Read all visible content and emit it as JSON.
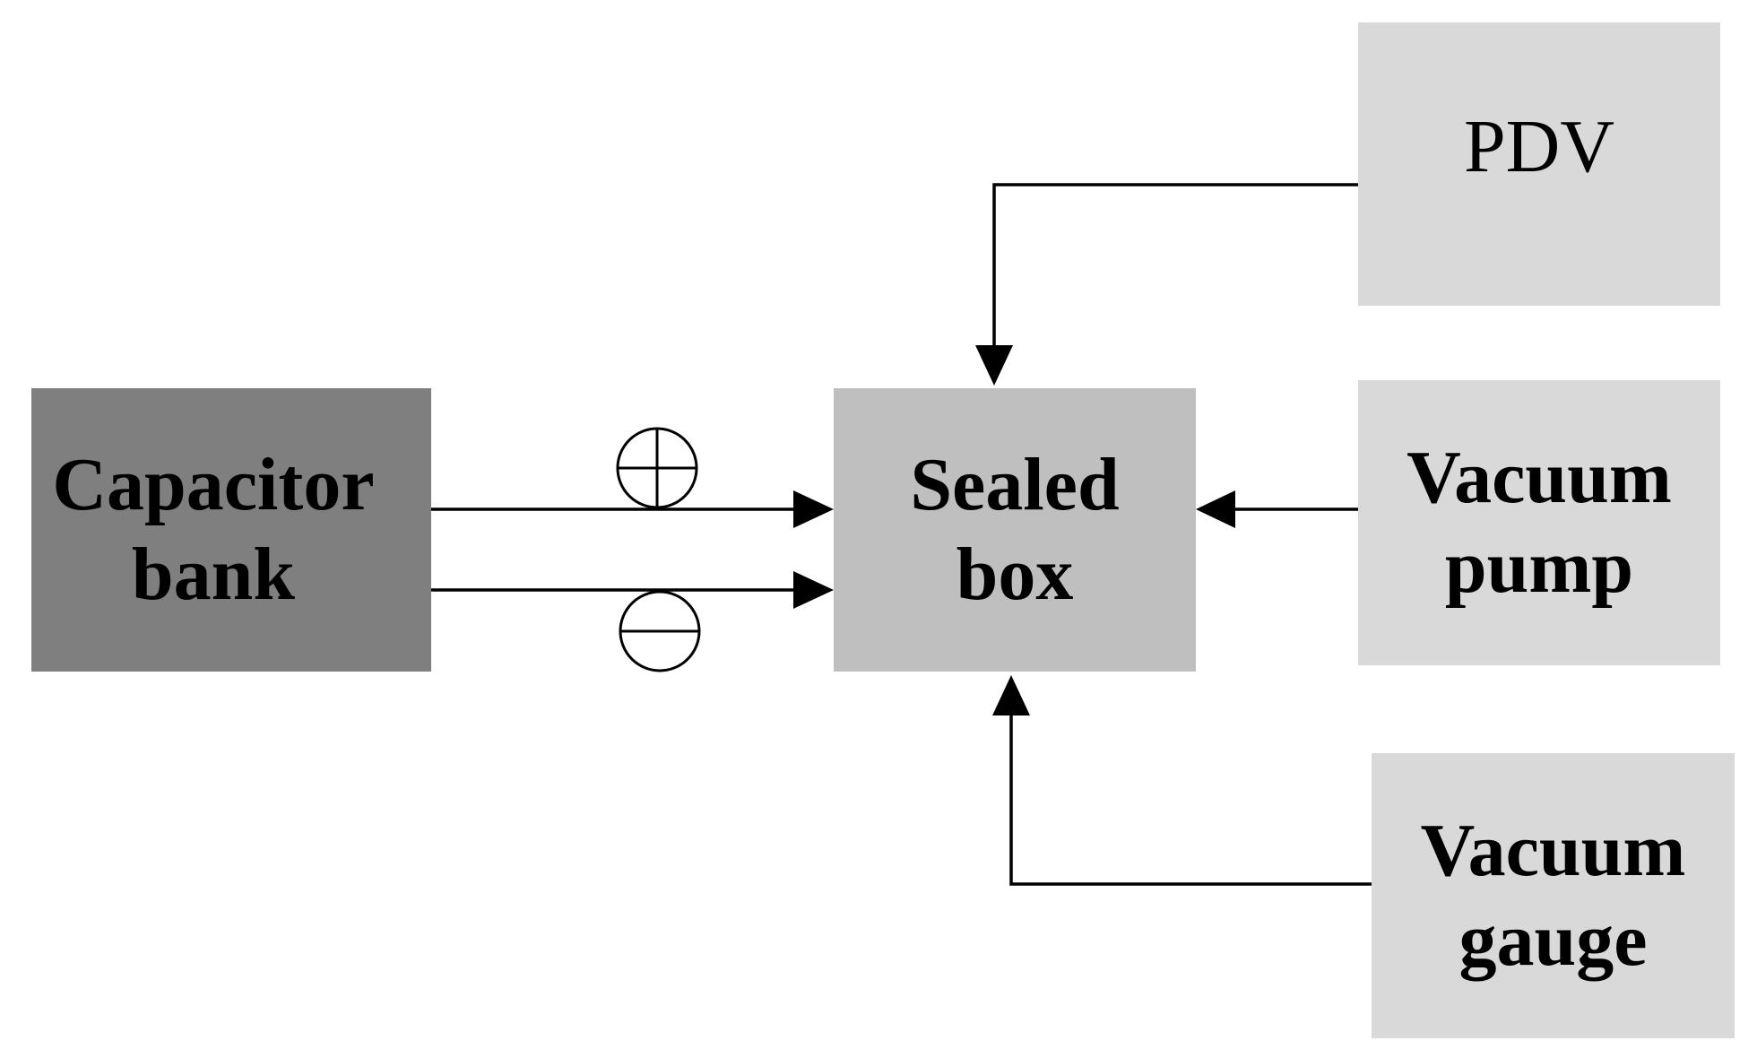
{
  "colors": {
    "capacitor_fill": "#7f7f7f",
    "sealed_fill": "#bfbfbf",
    "peripheral_fill": "#d9d9d9",
    "line": "#000000"
  },
  "nodes": {
    "capacitor_bank": "Capacitor\nbank",
    "sealed_box": "Sealed\nbox",
    "pdv": "PDV",
    "vacuum_pump": "Vacuum\npump",
    "vacuum_gauge": "Vacuum\ngauge"
  },
  "edges": [
    {
      "from": "capacitor_bank",
      "to": "sealed_box",
      "terminal": "positive",
      "symbol": "circled-plus-icon"
    },
    {
      "from": "capacitor_bank",
      "to": "sealed_box",
      "terminal": "negative",
      "symbol": "circled-minus-icon"
    },
    {
      "from": "pdv",
      "to": "sealed_box"
    },
    {
      "from": "vacuum_pump",
      "to": "sealed_box"
    },
    {
      "from": "vacuum_gauge",
      "to": "sealed_box"
    }
  ]
}
